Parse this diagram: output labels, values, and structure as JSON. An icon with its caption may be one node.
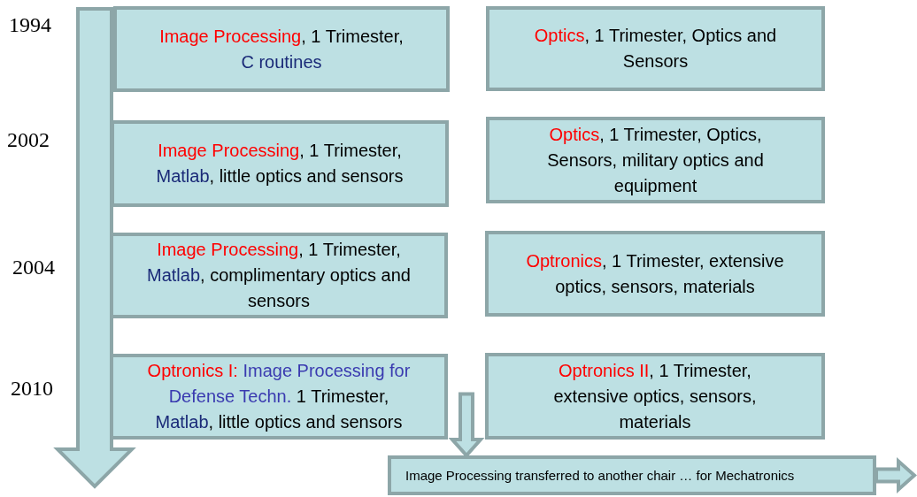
{
  "diagram": {
    "nodes": [
      {
        "text": [
          "Image Processing",
          ", 1 Trimester,",
          "C routines"
        ]
      },
      {
        "text": [
          "Optics",
          ", 1 Trimester, Optics and Sensors"
        ]
      },
      {
        "text": [
          "Image Processing",
          ", 1 Trimester,",
          "Matlab",
          ", little optics and sensors"
        ]
      },
      {
        "text": [
          "Optics",
          ", 1 Trimester, Optics, Sensors, military optics and equipment"
        ]
      },
      {
        "text": [
          "Image Processing",
          ", 1 Trimester,",
          "Matlab",
          ", complimentary optics and sensors"
        ]
      },
      {
        "text": [
          "Optronics",
          ", 1 Trimester, extensive optics, sensors, materials"
        ]
      },
      {
        "text": [
          "Optronics I:",
          "Image Processing for Defense Techn.",
          "1 Trimester,",
          "Matlab",
          ", little optics and sensors"
        ]
      },
      {
        "text": [
          "Optronics II",
          ", 1 Trimester, extensive optics, sensors, materials"
        ]
      },
      {
        "text": [
          "Image Processing transferred to another chair … for Mechatronics"
        ]
      }
    ],
    "edges": [
      {
        "from": 6,
        "to": 8,
        "arrow": "to",
        "style": "thick"
      },
      {
        "from": 8,
        "to": null,
        "arrow": "to",
        "style": "thick"
      }
    ],
    "labels": [
      "1994",
      "2002",
      "2004",
      "2010"
    ]
  }
}
